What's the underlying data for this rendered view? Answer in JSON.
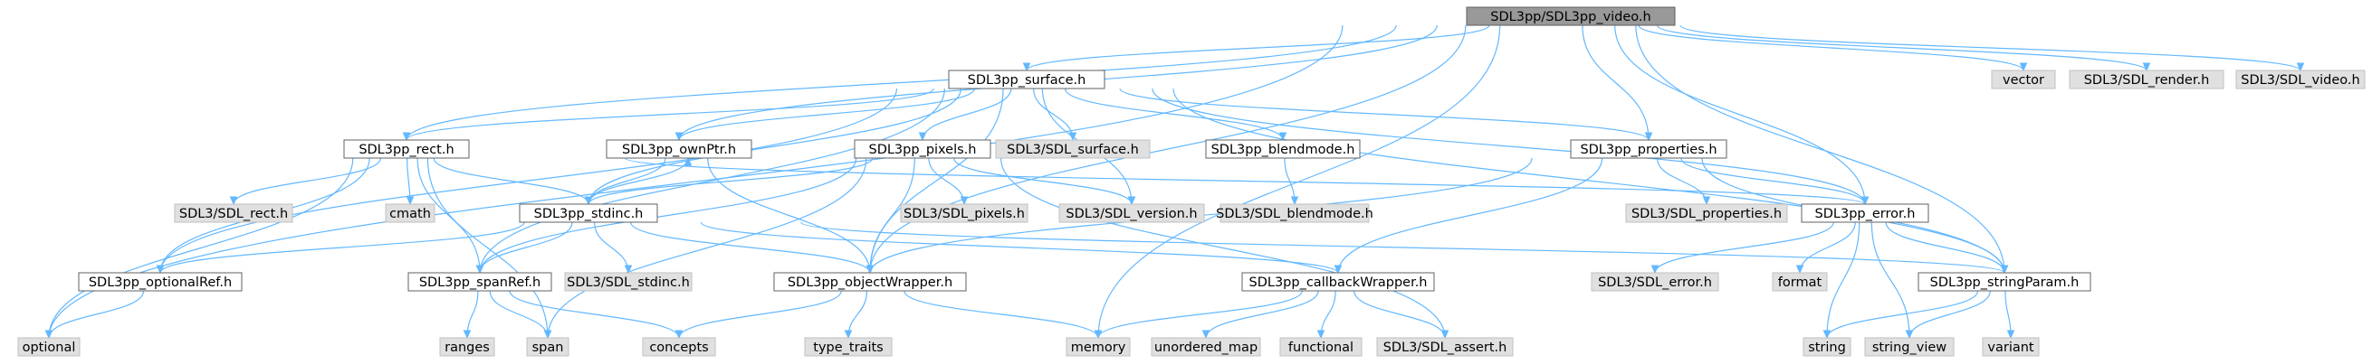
{
  "diagram": {
    "root": "SDL3pp/SDL3pp_video.h",
    "nodes": {
      "video": {
        "label": "SDL3pp/SDL3pp_video.h",
        "kind": "root"
      },
      "surface": {
        "label": "SDL3pp_surface.h",
        "kind": "local"
      },
      "vector": {
        "label": "vector",
        "kind": "system"
      },
      "sdl_render": {
        "label": "SDL3/SDL_render.h",
        "kind": "system"
      },
      "sdl_video": {
        "label": "SDL3/SDL_video.h",
        "kind": "system"
      },
      "rect": {
        "label": "SDL3pp_rect.h",
        "kind": "local"
      },
      "ownptr": {
        "label": "SDL3pp_ownPtr.h",
        "kind": "local"
      },
      "pixels": {
        "label": "SDL3pp_pixels.h",
        "kind": "local"
      },
      "sdl_surface": {
        "label": "SDL3/SDL_surface.h",
        "kind": "system"
      },
      "blendmode": {
        "label": "SDL3pp_blendmode.h",
        "kind": "local"
      },
      "properties": {
        "label": "SDL3pp_properties.h",
        "kind": "local"
      },
      "sdl_rect": {
        "label": "SDL3/SDL_rect.h",
        "kind": "system"
      },
      "cmath": {
        "label": "cmath",
        "kind": "system"
      },
      "stdinc": {
        "label": "SDL3pp_stdinc.h",
        "kind": "local"
      },
      "sdl_pixels": {
        "label": "SDL3/SDL_pixels.h",
        "kind": "system"
      },
      "sdl_version": {
        "label": "SDL3/SDL_version.h",
        "kind": "system"
      },
      "sdl_blendmode": {
        "label": "SDL3/SDL_blendmode.h",
        "kind": "system"
      },
      "sdl_properties": {
        "label": "SDL3/SDL_properties.h",
        "kind": "system"
      },
      "error": {
        "label": "SDL3pp_error.h",
        "kind": "local"
      },
      "optionalref": {
        "label": "SDL3pp_optionalRef.h",
        "kind": "local"
      },
      "spanref": {
        "label": "SDL3pp_spanRef.h",
        "kind": "local"
      },
      "sdl_stdinc": {
        "label": "SDL3/SDL_stdinc.h",
        "kind": "system"
      },
      "objectwrapper": {
        "label": "SDL3pp_objectWrapper.h",
        "kind": "local"
      },
      "callbackwrapper": {
        "label": "SDL3pp_callbackWrapper.h",
        "kind": "local"
      },
      "sdl_error": {
        "label": "SDL3/SDL_error.h",
        "kind": "system"
      },
      "format": {
        "label": "format",
        "kind": "system"
      },
      "stringparam": {
        "label": "SDL3pp_stringParam.h",
        "kind": "local"
      },
      "optional": {
        "label": "optional",
        "kind": "system"
      },
      "ranges": {
        "label": "ranges",
        "kind": "system"
      },
      "span": {
        "label": "span",
        "kind": "system"
      },
      "concepts": {
        "label": "concepts",
        "kind": "system"
      },
      "type_traits": {
        "label": "type_traits",
        "kind": "system"
      },
      "memory": {
        "label": "memory",
        "kind": "system"
      },
      "unordered_map": {
        "label": "unordered_map",
        "kind": "system"
      },
      "functional": {
        "label": "functional",
        "kind": "system"
      },
      "sdl_assert": {
        "label": "SDL3/SDL_assert.h",
        "kind": "system"
      },
      "string": {
        "label": "string",
        "kind": "system"
      },
      "string_view": {
        "label": "string_view",
        "kind": "system"
      },
      "variant": {
        "label": "variant",
        "kind": "system"
      }
    },
    "edges": [
      [
        "video",
        "surface"
      ],
      [
        "video",
        "vector"
      ],
      [
        "video",
        "sdl_render"
      ],
      [
        "video",
        "sdl_video"
      ],
      [
        "video",
        "optional"
      ],
      [
        "video",
        "rect"
      ],
      [
        "video",
        "ownptr"
      ],
      [
        "video",
        "properties"
      ],
      [
        "video",
        "error"
      ],
      [
        "video",
        "objectwrapper"
      ],
      [
        "video",
        "stringparam"
      ],
      [
        "video",
        "memory"
      ],
      [
        "surface",
        "rect"
      ],
      [
        "surface",
        "ownptr"
      ],
      [
        "surface",
        "pixels"
      ],
      [
        "surface",
        "sdl_surface"
      ],
      [
        "surface",
        "blendmode"
      ],
      [
        "surface",
        "properties"
      ],
      [
        "surface",
        "stdinc"
      ],
      [
        "surface",
        "sdl_version"
      ],
      [
        "surface",
        "objectwrapper"
      ],
      [
        "surface",
        "spanref"
      ],
      [
        "surface",
        "optionalref"
      ],
      [
        "surface",
        "error"
      ],
      [
        "surface",
        "stringparam"
      ],
      [
        "rect",
        "sdl_rect"
      ],
      [
        "rect",
        "cmath"
      ],
      [
        "rect",
        "stdinc"
      ],
      [
        "rect",
        "optionalref"
      ],
      [
        "rect",
        "spanref"
      ],
      [
        "rect",
        "optional"
      ],
      [
        "rect",
        "span"
      ],
      [
        "rect",
        "error"
      ],
      [
        "ownptr",
        "stdinc"
      ],
      [
        "ownptr",
        "objectwrapper"
      ],
      [
        "pixels",
        "stdinc"
      ],
      [
        "pixels",
        "sdl_pixels"
      ],
      [
        "pixels",
        "sdl_version"
      ],
      [
        "pixels",
        "objectwrapper"
      ],
      [
        "pixels",
        "spanref"
      ],
      [
        "pixels",
        "span"
      ],
      [
        "pixels",
        "sdl_assert"
      ],
      [
        "blendmode",
        "sdl_blendmode"
      ],
      [
        "properties",
        "sdl_properties"
      ],
      [
        "properties",
        "error"
      ],
      [
        "properties",
        "stringparam"
      ],
      [
        "properties",
        "objectwrapper"
      ],
      [
        "properties",
        "callbackwrapper"
      ],
      [
        "stdinc",
        "ownptr"
      ],
      [
        "stdinc",
        "optionalref"
      ],
      [
        "stdinc",
        "spanref"
      ],
      [
        "stdinc",
        "sdl_stdinc"
      ],
      [
        "stdinc",
        "objectwrapper"
      ],
      [
        "stdinc",
        "callbackwrapper"
      ],
      [
        "stdinc",
        "stringparam"
      ],
      [
        "error",
        "sdl_error"
      ],
      [
        "error",
        "format"
      ],
      [
        "error",
        "stringparam"
      ],
      [
        "error",
        "string"
      ],
      [
        "error",
        "string_view"
      ],
      [
        "optionalref",
        "optional"
      ],
      [
        "spanref",
        "ranges"
      ],
      [
        "spanref",
        "span"
      ],
      [
        "spanref",
        "concepts"
      ],
      [
        "objectwrapper",
        "concepts"
      ],
      [
        "objectwrapper",
        "type_traits"
      ],
      [
        "objectwrapper",
        "memory"
      ],
      [
        "callbackwrapper",
        "memory"
      ],
      [
        "callbackwrapper",
        "unordered_map"
      ],
      [
        "callbackwrapper",
        "functional"
      ],
      [
        "callbackwrapper",
        "sdl_assert"
      ],
      [
        "stringparam",
        "string"
      ],
      [
        "stringparam",
        "string_view"
      ],
      [
        "stringparam",
        "variant"
      ]
    ]
  }
}
